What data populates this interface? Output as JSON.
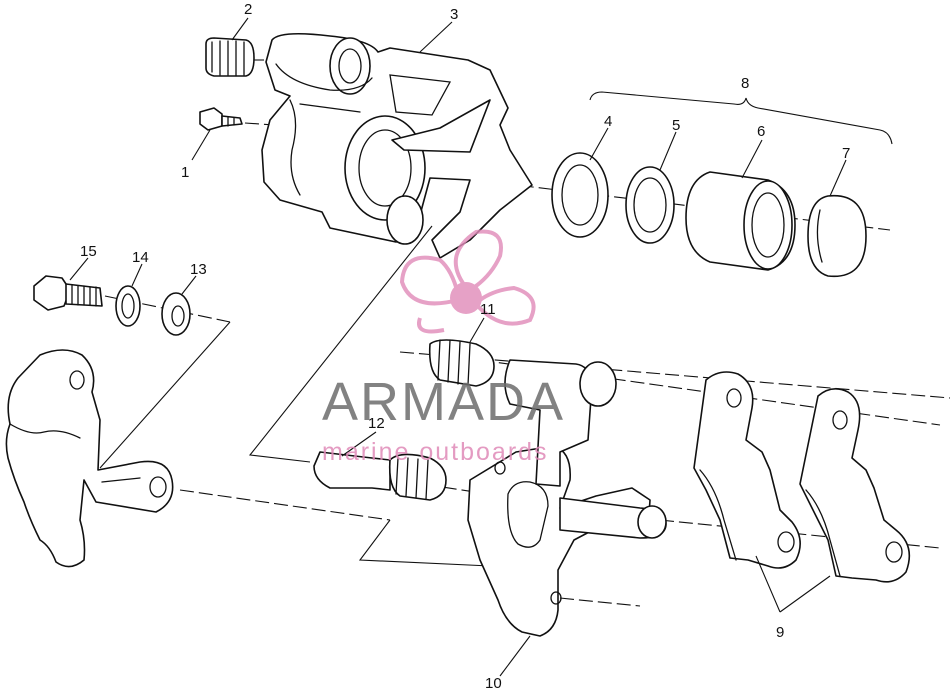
{
  "callouts": {
    "c1": "1",
    "c2": "2",
    "c3": "3",
    "c4": "4",
    "c5": "5",
    "c6": "6",
    "c7": "7",
    "c8": "8",
    "c9": "9",
    "c10": "10",
    "c11": "11",
    "c12": "12",
    "c13": "13",
    "c14": "14",
    "c15": "15"
  },
  "watermark": {
    "brand": "ARMADA",
    "tagline": "marine outboards",
    "logo_color": "#e08ab8",
    "text_color": "#6d6d6d"
  }
}
